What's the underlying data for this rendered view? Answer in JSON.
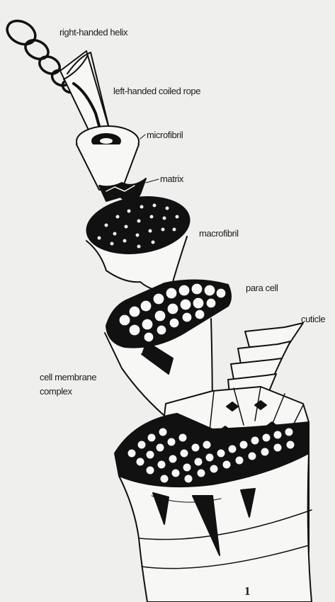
{
  "diagram": {
    "labels": {
      "right_handed_helix": "right-handed helix",
      "left_handed_coiled_rope": "left-handed coiled rope",
      "microfibril": "microfibril",
      "matrix": "matrix",
      "macrofibril": "macrofibril",
      "para_cell": "para cell",
      "cuticle": "cuticle",
      "cell_membrane_complex_line1": "cell membrane",
      "cell_membrane_complex_line2": "complex"
    },
    "figure_number": "1",
    "colors": {
      "ink": "#111111",
      "paper": "#efefed",
      "fill": "#f7f7f5"
    }
  }
}
